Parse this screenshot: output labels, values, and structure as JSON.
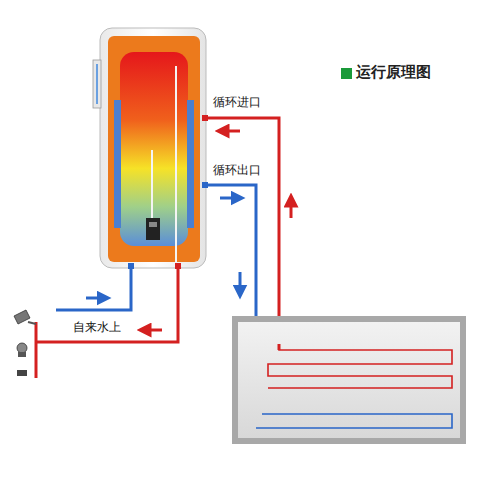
{
  "diagram": {
    "title": "运行原理图",
    "labels": [
      "循环进口",
      "循环出口",
      "自来水上"
    ]
  }
}
